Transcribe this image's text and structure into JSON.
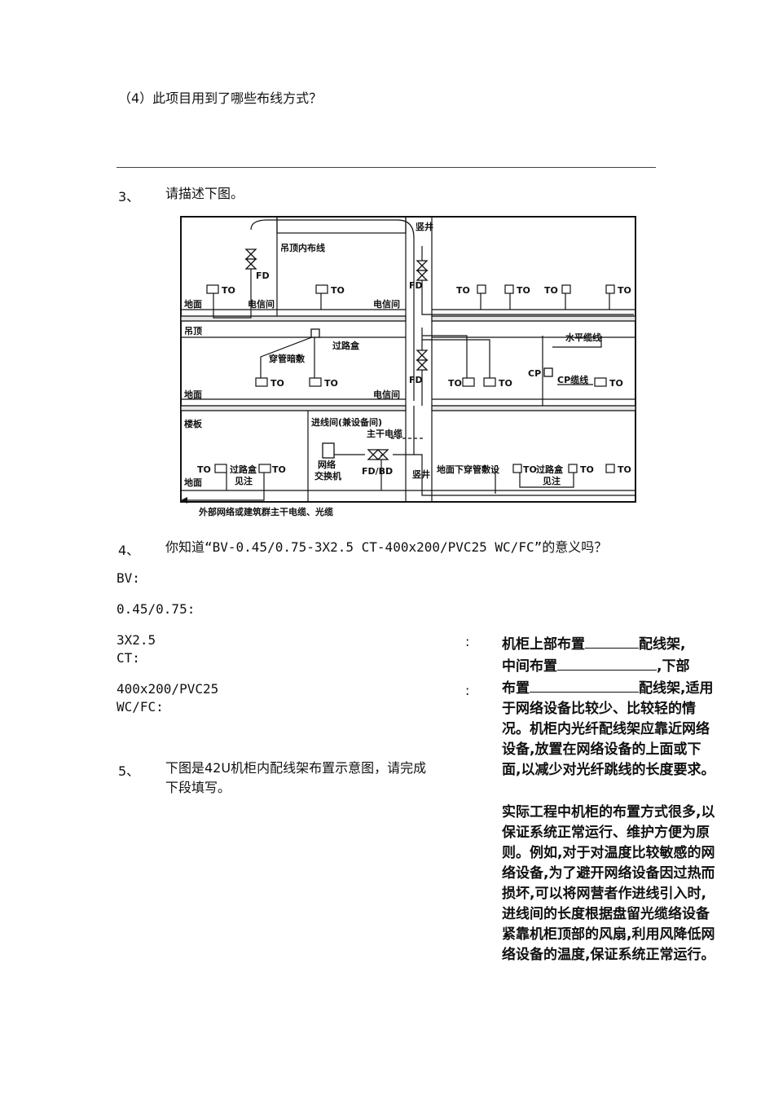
{
  "q4_sub": "（4）此项目用到了哪些布线方式？",
  "q3": {
    "num": "3、",
    "text": "请描述下图。"
  },
  "diagram": {
    "labels": {
      "shaft": "竖井",
      "ceiling_wiring": "吊顶内布线",
      "fd": "FD",
      "to": "TO",
      "floor": "地面",
      "telecom_room": "电信间",
      "ceiling": "吊顶",
      "junction_box": "过路盒",
      "conduit": "穿管暗敷",
      "horizontal_cable": "水平缆线",
      "cp": "CP",
      "cp_cable": "CP缆线",
      "slab": "楼板",
      "entrance_room": "进线间(兼设备间)",
      "backbone_cable": "主干电缆",
      "network_switch_1": "网络",
      "network_switch_2": "交换机",
      "fd_bd": "FD/BD",
      "underfloor": "地面下穿管敷设",
      "note": "见注",
      "external": "外部网络或建筑群主干电缆、光缆"
    }
  },
  "q4": {
    "num": "4、",
    "text": "你知道“BV-0.45/0.75-3X2.5 CT-400x200/PVC25 WC/FC”的意义吗？",
    "items": [
      "BV:",
      "0.45/0.75:",
      "3X2.5",
      "CT:",
      "400x200/PVC25",
      "WC/FC:"
    ],
    "colons": [
      ":",
      ":"
    ]
  },
  "q5": {
    "num": "5、",
    "line1": "下图是42U机柜内配线架布置示意图，请完成",
    "line2": "下段填写。"
  },
  "right": {
    "p1_a": "机柜上部布置",
    "p1_b": "配线架,",
    "p1_c": "中间布置",
    "p1_d": ",下部",
    "p1_e": "布置",
    "p1_f": "配线架,适用于网络设备比较少、比较轻的情况。机柜内光纤配线架应靠近网络设备,放置在网络设备的上面或下面,以减少对光纤跳线的长度要求。",
    "p2": "实际工程中机柜的布置方式很多,以保证系统正常运行、维护方便为原则。例如,对于对温度比较敏感的网络设备,为了避开网络设备因过热而损坏,可以将网营者作进线引入时,进线间的长度根据盘留光缆络设备紧靠机柜顶部的风扇,利用风降低网络设备的温度,保证系统正常运行。"
  }
}
